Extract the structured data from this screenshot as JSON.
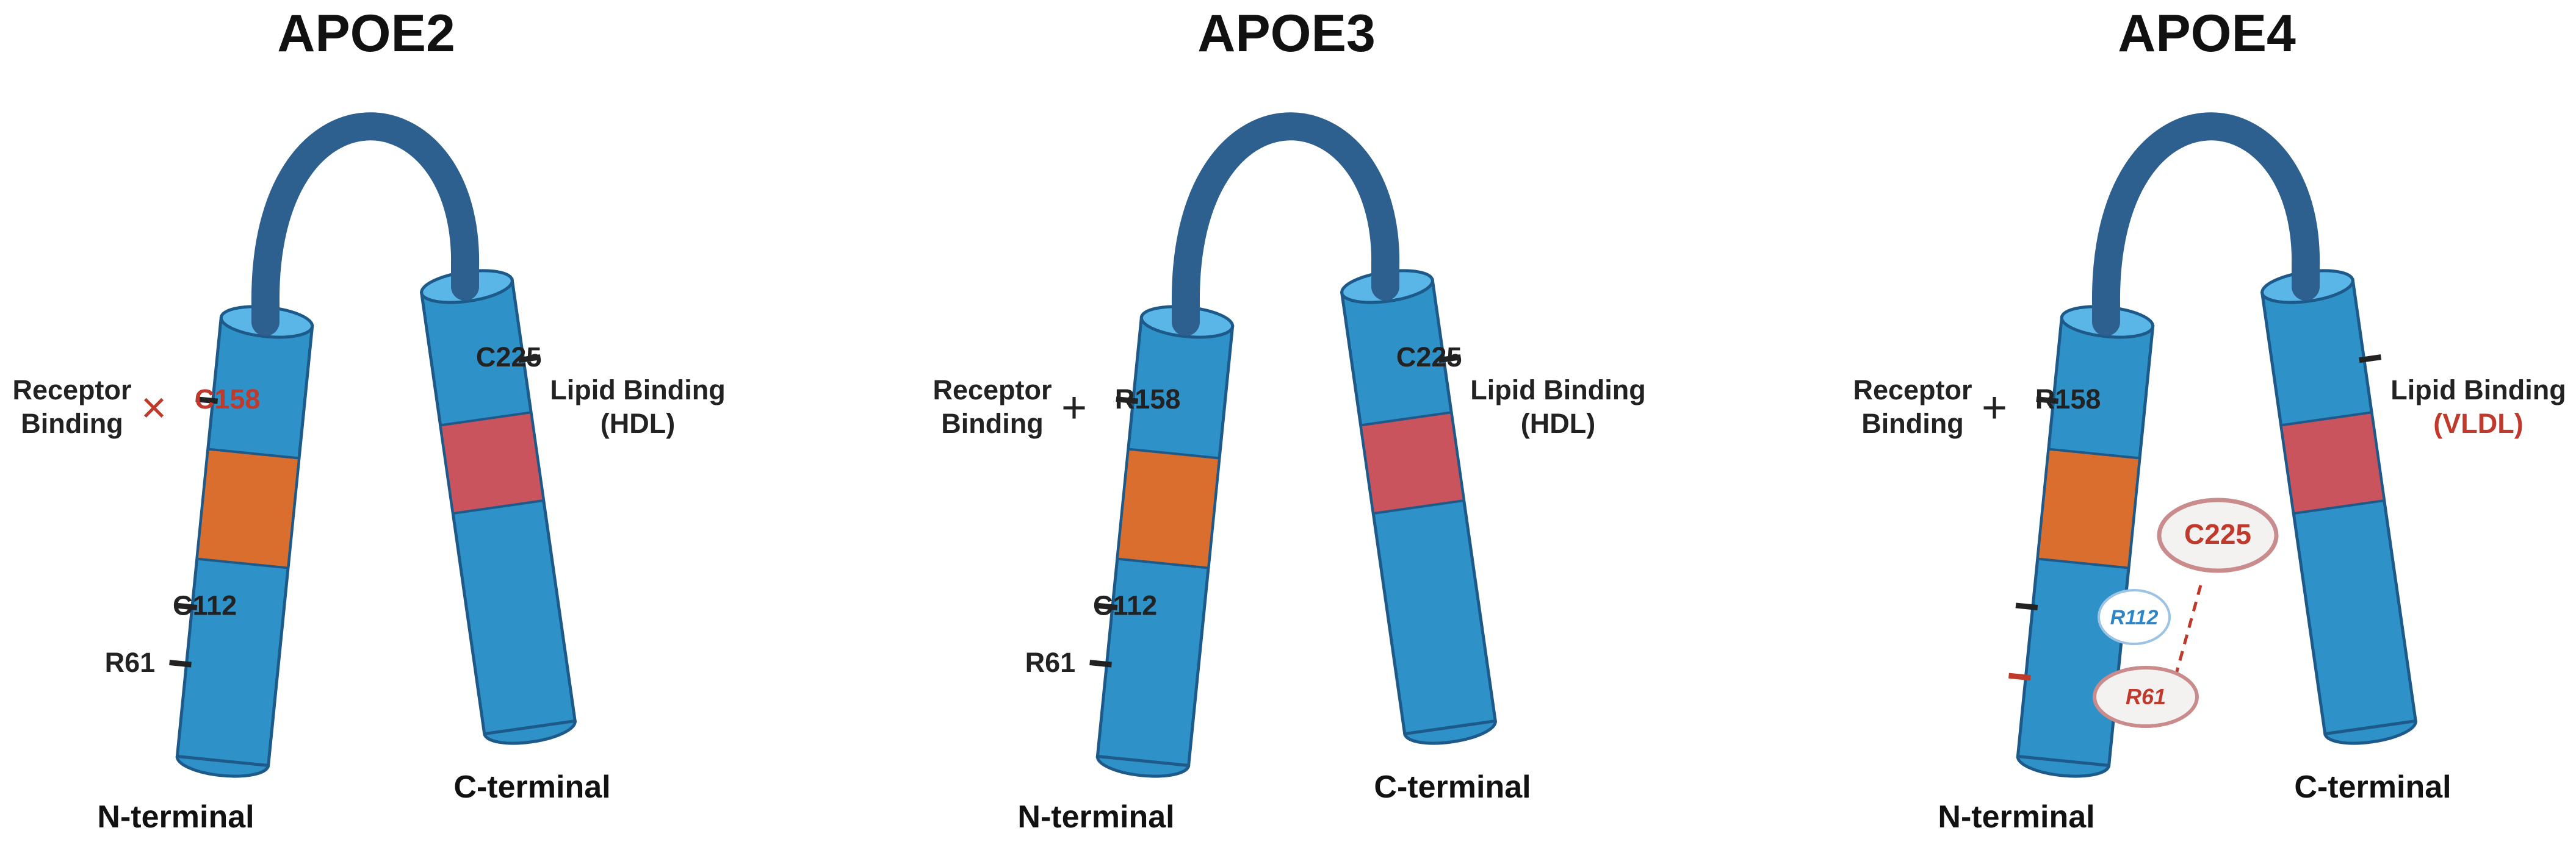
{
  "panels": [
    {
      "title": "APOE2",
      "receptor_label": [
        "Receptor",
        "Binding"
      ],
      "receptor_symbol": "×",
      "receptor_symbol_color": "#c0392b",
      "lipid_label": [
        "Lipid Binding",
        "(HDL)"
      ],
      "lipid_label_second_color": "#222222",
      "residue_158": "C158",
      "residue_158_color": "#c0392b",
      "residue_112": "C112",
      "residue_61": "R61",
      "residue_225": "C225",
      "n_terminal": "N-terminal",
      "c_terminal": "C-terminal",
      "interaction": false
    },
    {
      "title": "APOE3",
      "receptor_label": [
        "Receptor",
        "Binding"
      ],
      "receptor_symbol": "+",
      "receptor_symbol_color": "#222222",
      "lipid_label": [
        "Lipid Binding",
        "(HDL)"
      ],
      "lipid_label_second_color": "#222222",
      "residue_158": "R158",
      "residue_158_color": "#222222",
      "residue_112": "C112",
      "residue_61": "R61",
      "residue_225": "C225",
      "n_terminal": "N-terminal",
      "c_terminal": "C-terminal",
      "interaction": false
    },
    {
      "title": "APOE4",
      "receptor_label": [
        "Receptor",
        "Binding"
      ],
      "receptor_symbol": "+",
      "receptor_symbol_color": "#222222",
      "lipid_label": [
        "Lipid Binding",
        "(VLDL)"
      ],
      "lipid_label_second_color": "#c0392b",
      "residue_158": "R158",
      "residue_158_color": "#222222",
      "n_terminal": "N-terminal",
      "c_terminal": "C-terminal",
      "interaction": true,
      "bubble_c225": "C225",
      "bubble_r112": "R112",
      "bubble_r61": "R61"
    }
  ],
  "colors": {
    "helix": "#2e92c9",
    "helix_dark": "#1d5a8a",
    "helix_top": "#59b6e6",
    "linker": "#2d5f8f",
    "receptor_region": "#d96e2e",
    "lipid_region": "#c9545e",
    "bubble_red": "#c0392b",
    "bubble_blue": "#2e86c8"
  }
}
